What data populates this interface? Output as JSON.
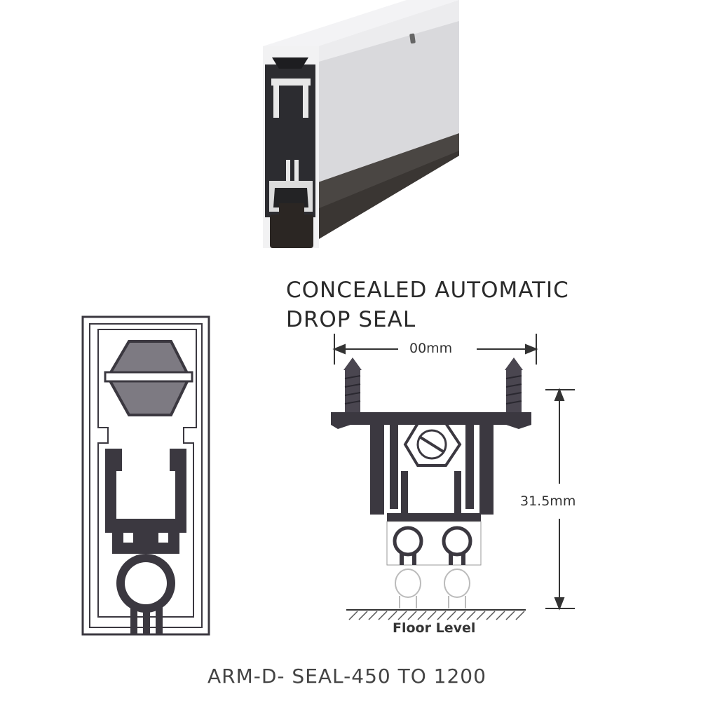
{
  "diagram": {
    "title_line1": "CONCEALED AUTOMATIC",
    "title_line2": "DROP SEAL",
    "width_label": "00mm",
    "height_label": "31.5mm",
    "floor_label": "Floor Level",
    "model_label": "ARM-D- SEAL-450 TO 1200"
  },
  "colors": {
    "profile_dark": "#3b3840",
    "seal_gray": "#7d7a82",
    "aluminium": "#e6e6e8",
    "rubber": "#2b2623"
  }
}
